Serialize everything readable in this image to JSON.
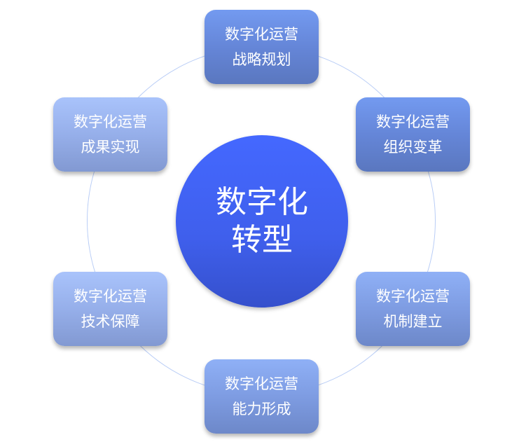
{
  "center": {
    "line1": "数字化",
    "line2": "转型"
  },
  "nodes": [
    {
      "line1": "数字化运营",
      "line2": "战略规划"
    },
    {
      "line1": "数字化运营",
      "line2": "组织变革"
    },
    {
      "line1": "数字化运营",
      "line2": "机制建立"
    },
    {
      "line1": "数字化运营",
      "line2": "能力形成"
    },
    {
      "line1": "数字化运营",
      "line2": "技术保障"
    },
    {
      "line1": "数字化运营",
      "line2": "成果实现"
    }
  ]
}
